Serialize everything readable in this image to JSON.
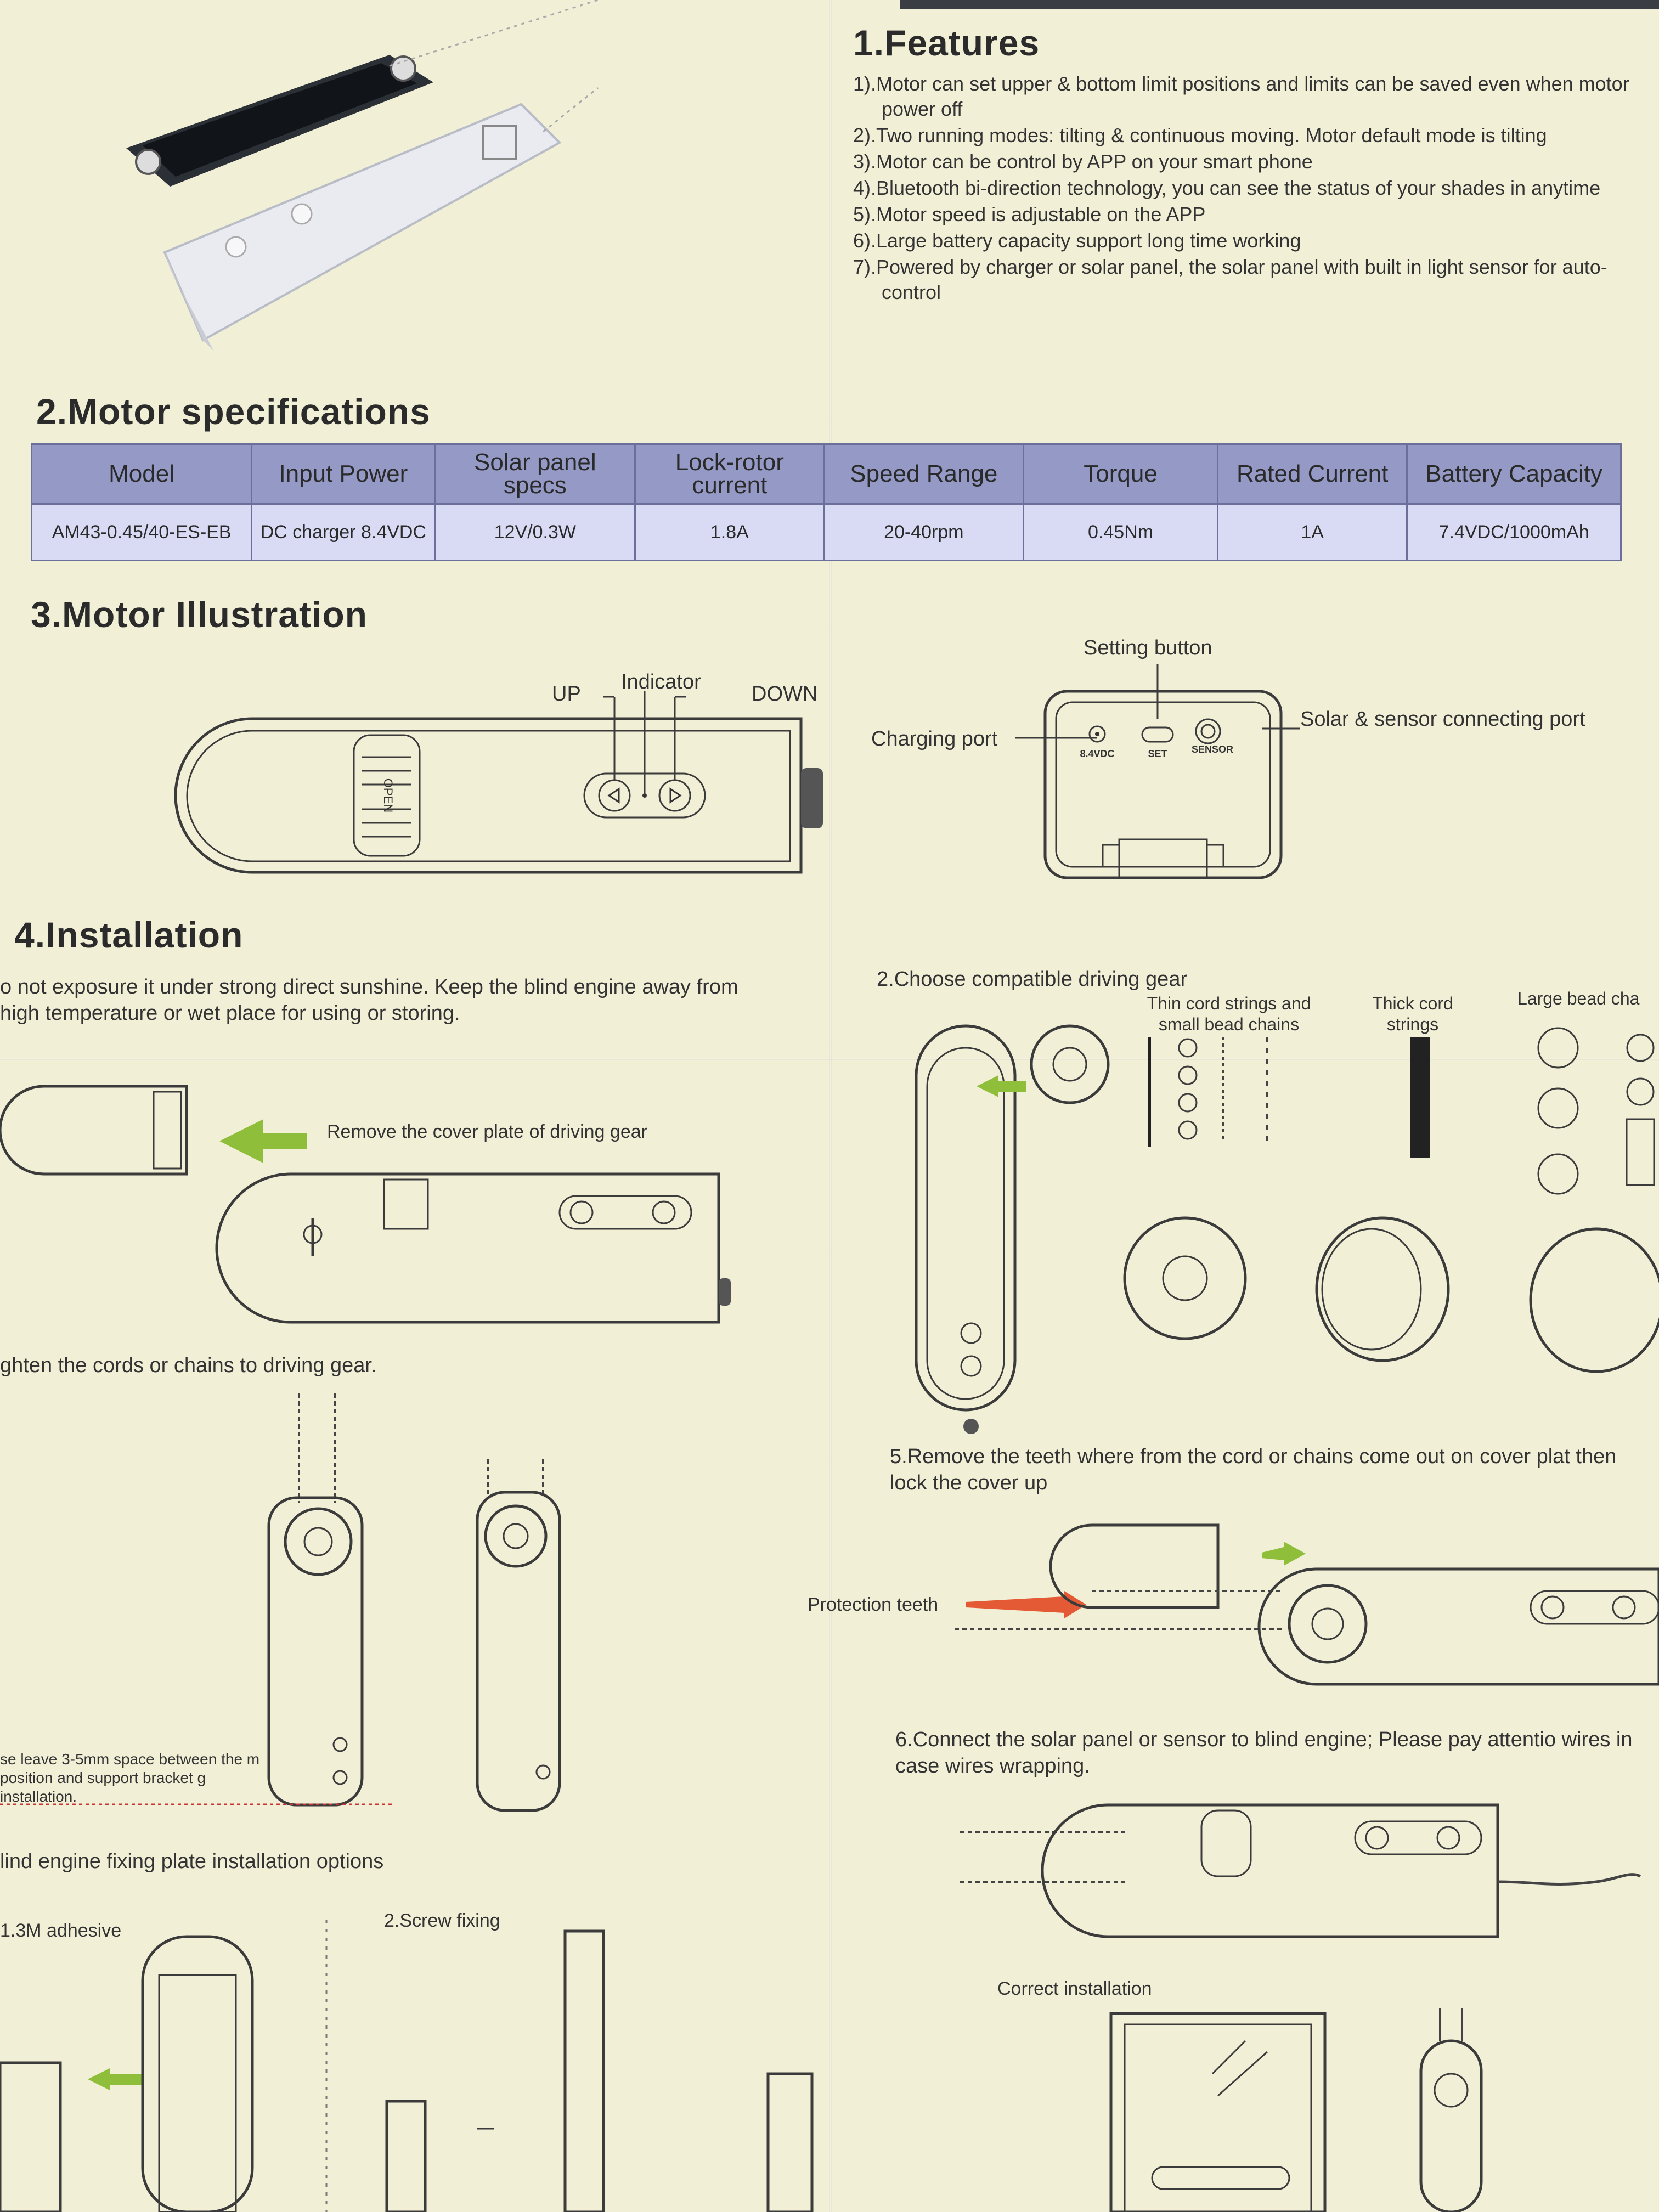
{
  "features": {
    "title": "1.Features",
    "items": [
      "1).Motor can set upper & bottom limit positions and limits can be saved even when motor power off",
      "2).Two running modes: tilting & continuous moving. Motor default mode is tilting",
      "3).Motor can be control by APP on your smart phone",
      "4).Bluetooth bi-direction technology, you can see the status of your shades in anytime",
      "5).Motor speed is adjustable on the APP",
      "6).Large battery capacity support long time working",
      "7).Powered by charger or solar panel, the solar panel with built in light sensor for auto-control"
    ]
  },
  "specs": {
    "title": "2.Motor specifications",
    "headers": [
      "Model",
      "Input Power",
      "Solar panel specs",
      "Lock-rotor current",
      "Speed Range",
      "Torque",
      "Rated Current",
      "Battery Capacity"
    ],
    "row": [
      "AM43-0.45/40-ES-EB",
      "DC charger 8.4VDC",
      "12V/0.3W",
      "1.8A",
      "20-40rpm",
      "0.45Nm",
      "1A",
      "7.4VDC/1000mAh"
    ]
  },
  "illustration": {
    "title": "3.Motor Illustration",
    "up": "UP",
    "indicator": "Indicator",
    "down": "DOWN",
    "open": "OPEN",
    "setting_button": "Setting button",
    "charging_port": "Charging port",
    "solar_port": "Solar & sensor connecting port",
    "port_labels": [
      "8.4VDC",
      "SET",
      "SENSOR"
    ]
  },
  "installation": {
    "title": "4.Installation",
    "warning": "o not exposure it under strong direct sunshine. Keep the blind engine away from high temperature or wet place for using or storing.",
    "remove_cover": "Remove the cover plate of driving gear",
    "tighten": "ghten the cords or chains to driving gear.",
    "space_note": "se leave 3-5mm space between the m position and support bracket g installation.",
    "fixing_options": "lind engine fixing plate installation options",
    "adhesive": "1.3M adhesive",
    "screw": "2.Screw fixing",
    "choose_gear": "2.Choose compatible driving gear",
    "thin_cord": "Thin cord strings and small bead chains",
    "thick_cord": "Thick cord strings",
    "large_bead": "Large bead cha",
    "step5": "5.Remove the teeth where from the cord or chains come out on cover plat then lock the cover up",
    "protection_teeth": "Protection teeth",
    "step6": "6.Connect the solar panel or sensor to blind engine; Please pay attentio wires in case wires wrapping.",
    "correct": "Correct installation"
  },
  "colors": {
    "paper": "#f1efd6",
    "table_header": "#9599c6",
    "table_cell": "#d9daf3",
    "green_arrow": "#8fbf3a",
    "red_arrow": "#e35a34"
  }
}
